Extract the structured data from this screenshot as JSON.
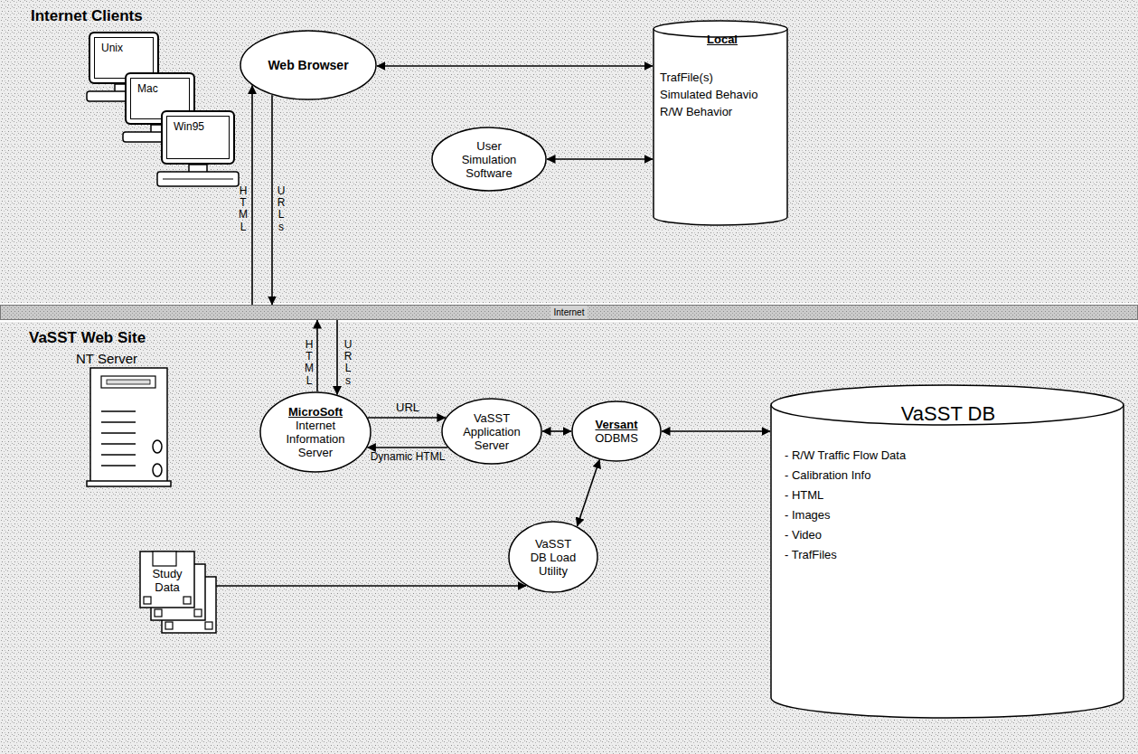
{
  "diagram": {
    "nodes": [
      {
        "text": [
          "Internet Clients"
        ]
      },
      {
        "text": [
          "Unix"
        ],
        "in": 0
      },
      {
        "text": [
          "Mac"
        ],
        "in": 0
      },
      {
        "text": [
          "Win95"
        ],
        "in": 0
      },
      {
        "text": [
          "Web Browser"
        ],
        "in": 0
      },
      {
        "text": [
          "Local",
          "TrafFile(s)",
          "Simulated Behavio",
          "R/W Behavior"
        ],
        "in": 0
      },
      {
        "text": [
          "User Simulation Software"
        ],
        "in": 0
      },
      {
        "text": [
          "Internet"
        ]
      },
      {
        "text": [
          "VaSST Web Site"
        ]
      },
      {
        "text": [
          "NT Server"
        ],
        "in": 8
      },
      {
        "text": [
          "MicroSoft",
          "Internet Information Server"
        ],
        "in": 8
      },
      {
        "text": [
          "VaSST Application Server"
        ],
        "in": 8
      },
      {
        "text": [
          "Versant",
          "ODBMS"
        ],
        "in": 8
      },
      {
        "text": [
          "VaSST DB",
          "- R/W Traffic Flow Data",
          "- Calibration Info",
          "- HTML",
          "- Images",
          "- Video",
          "- TrafFiles"
        ],
        "in": 8
      },
      {
        "text": [
          "Study Data"
        ],
        "in": 8
      },
      {
        "text": [
          "VaSST DB Load Utility"
        ],
        "in": 8
      }
    ],
    "edges": [
      {
        "from": 4,
        "to": 5,
        "arrow": "both"
      },
      {
        "from": 6,
        "to": 5,
        "arrow": "both"
      },
      {
        "from": 7,
        "to": 4,
        "arrow": "to",
        "label": "HTML"
      },
      {
        "from": 4,
        "to": 7,
        "arrow": "to",
        "label": "URLs"
      },
      {
        "from": 10,
        "to": 7,
        "arrow": "to",
        "label": "HTML"
      },
      {
        "from": 7,
        "to": 10,
        "arrow": "to",
        "label": "URLs"
      },
      {
        "from": 10,
        "to": 11,
        "arrow": "to",
        "label": "URL"
      },
      {
        "from": 11,
        "to": 10,
        "arrow": "to",
        "label": "Dynamic HTML"
      },
      {
        "from": 11,
        "to": 12,
        "arrow": "both"
      },
      {
        "from": 12,
        "to": 13,
        "arrow": "both"
      },
      {
        "from": 12,
        "to": 15,
        "arrow": "both"
      },
      {
        "from": 14,
        "to": 15,
        "arrow": "to"
      }
    ]
  }
}
